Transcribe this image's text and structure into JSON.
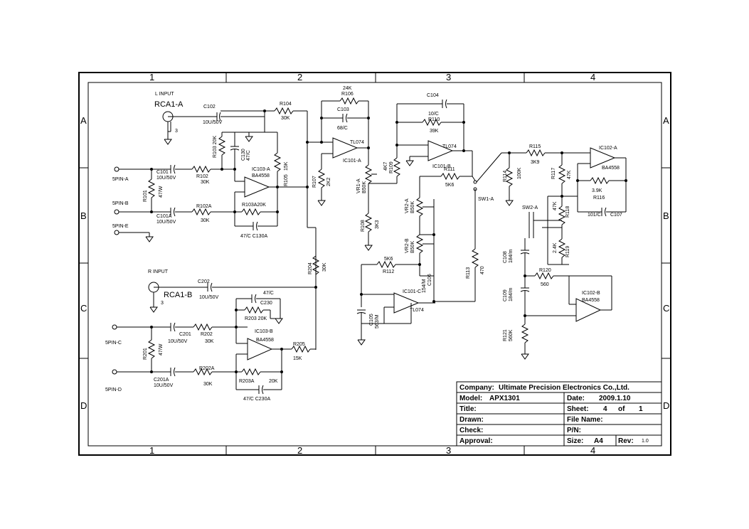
{
  "zones": {
    "cols": [
      "1",
      "2",
      "3",
      "4"
    ],
    "rows": [
      "A",
      "B",
      "C",
      "D"
    ]
  },
  "title_block": {
    "company_label": "Company:",
    "company": "Ultimate Precision Electronics Co.,Ltd.",
    "model_label": "Model:",
    "model": "APX1301",
    "date_label": "Date:",
    "date": "2009.1.10",
    "title_label": "Title:",
    "sheet_label": "Sheet:",
    "sheet": "4",
    "sheet_of": "of",
    "sheet_total": "1",
    "drawn_label": "Drawn:",
    "file_label": "File Name:",
    "check_label": "Check:",
    "pn_label": "P/N:",
    "approval_label": "Approval:",
    "size_label": "Size:",
    "size": "A4",
    "rev_label": "Rev:",
    "rev": "1.0"
  },
  "labels": {
    "l_input": "L INPUT",
    "rca1a": "RCA1-A",
    "r_input": "R INPUT",
    "rca1b": "RCA1-B",
    "pin3a": "3",
    "pin3b": "3",
    "c102": "C102",
    "c102v": "10U/50V",
    "r104": "R104",
    "r104v": "30K",
    "r103": "R103 20K",
    "c130": "C130",
    "c130v": "47/C",
    "ic103a": "IC103-A",
    "ic103av": "BA4558",
    "r105": "R105",
    "r105v": "15K",
    "spin_a": "5PIN-A",
    "spin_b": "5PIN-B",
    "spin_e": "5PIN-E",
    "c101": "C101",
    "c101v": "10U/50V",
    "r101": "R101",
    "r101v": "47/W",
    "r102": "R102",
    "r102v": "30K",
    "c101a": "C101A",
    "c101av": "10U/50V",
    "r102a": "R102A",
    "r102av": "30K",
    "r103a": "R103A20K",
    "c130a": "47/C C130A",
    "r106top": "24K",
    "r106": "R106",
    "c103": "C103",
    "c103v": "68/C",
    "ic101a_name": "TL074",
    "ic101a": "IC101-A",
    "r107": "R107",
    "r107v": "2K2",
    "vr1a": "VR1-A",
    "vr1av": "B50K",
    "r108": "R108",
    "r108v": "3K3",
    "r109": "R109",
    "r109v": "4K7",
    "c104": "C104",
    "c104v": "10/C",
    "r110": "R110",
    "r110v": "39K",
    "ic101b_name": "TL074",
    "ic101b": "IC101-B",
    "r111": "R111",
    "r111v": "5K6",
    "sw1a": "SW1-A",
    "vr2a": "VR2-A",
    "vr2av": "B50K",
    "vr2b": "VR2-B",
    "vr2bv": "B50K",
    "r112": "R112",
    "r112v": "5K6",
    "c106": "C106",
    "c106v": "154/M",
    "c105": "C105",
    "c105v": "563/M",
    "ic101c": "IC101-C",
    "ic101c_name": "TL074",
    "r113": "R113",
    "r113v": "470",
    "r115": "R115",
    "r115v": "3K9",
    "r114": "R114",
    "r114v": "100K",
    "r117": "R117",
    "r117v": "47K",
    "ic102a": "IC102-A",
    "ic102av": "BA4558",
    "r116v": "3.9K",
    "r116": "R116",
    "c107": "C107",
    "c107v": "101/C",
    "sw2a": "SW2-A",
    "r118": "R118",
    "r118v": "47K",
    "r119": "R119",
    "r119v": "2.4K",
    "c108": "C108",
    "c108v": "184/m",
    "r120": "R120",
    "r120v": "560",
    "c109": "C109",
    "c109v": "184/m",
    "ic102b": "IC102-B",
    "ic102bv": "BA4558",
    "r121": "R121",
    "r121v": "560K",
    "c202": "C202",
    "c202v": "10U/50V",
    "r204": "R204",
    "r204v": "30K",
    "c230v": "47/C",
    "c230": "C230",
    "r203": "R203 20K",
    "ic103b": "IC103-B",
    "ic103bv": "BA4558",
    "r205": "R205",
    "r205v": "15K",
    "spin_c": "5PIN-C",
    "spin_d": "5PIN-D",
    "c201": "C201",
    "c201v": "10U/50V",
    "r201": "R201",
    "r201v": "47/W",
    "r202": "R202",
    "r202v": "30K",
    "c201a": "C201A",
    "c201av": "10U/50V",
    "r202a": "R202A",
    "r202av": "30K",
    "r203a": "R203A",
    "r203av": "20K",
    "c230a": "47/C C230A"
  }
}
